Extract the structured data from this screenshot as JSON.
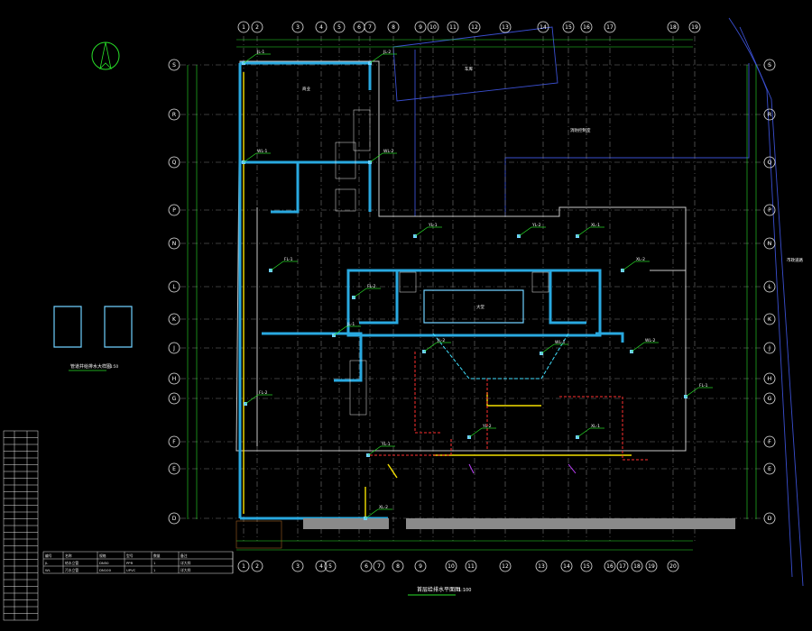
{
  "drawing": {
    "title": "首层给排水平面图",
    "scale_note": "1:100",
    "detail_title": "管道井给排水大样图",
    "detail_scale": "1:50"
  },
  "grid": {
    "top_axes": [
      "1",
      "2",
      "3",
      "4",
      "5",
      "6",
      "7",
      "8",
      "9",
      "10",
      "11",
      "12",
      "13",
      "14",
      "15",
      "16",
      "17",
      "18",
      "19"
    ],
    "bottom_axes": [
      "1",
      "2",
      "3",
      "4",
      "5",
      "6",
      "7",
      "8",
      "9",
      "10",
      "11",
      "12",
      "13",
      "14",
      "15",
      "16",
      "17",
      "18",
      "19",
      "20"
    ],
    "left_axes": [
      "S",
      "R",
      "Q",
      "P",
      "N",
      "L",
      "K",
      "J",
      "H",
      "G",
      "F",
      "E",
      "D"
    ],
    "right_axes": [
      "S",
      "R",
      "Q",
      "P",
      "N",
      "L",
      "K",
      "J",
      "H",
      "G",
      "F",
      "E",
      "D"
    ]
  },
  "colors": {
    "background": "#000000",
    "grid": "#7a7a7a",
    "dimension": "#28e028",
    "wall": "#29a9e0",
    "water_pipe": "#f5e000",
    "drain_pipe": "#ff3030",
    "vent_pipe": "#c040ff"
  },
  "labels": {
    "room_a": "商业",
    "room_b": "车库",
    "room_c": "大堂",
    "room_d": "消防控制室",
    "road": "市政道路",
    "north": "N"
  },
  "risers": [
    "JL-1",
    "JL-2",
    "WL-1",
    "WL-2",
    "FL-1",
    "FL-2",
    "YL-1",
    "YL-2",
    "XL-1",
    "XL-2"
  ],
  "legend_table": {
    "headers": [
      "编号",
      "名称",
      "规格",
      "型号",
      "数量",
      "备注"
    ],
    "rows": [
      [
        "JL",
        "给水立管",
        "DN50",
        "PPR",
        "1",
        "详大样"
      ],
      [
        "WL",
        "污水立管",
        "DN100",
        "UPVC",
        "1",
        "详大样"
      ]
    ]
  },
  "side_table_rows": 28
}
